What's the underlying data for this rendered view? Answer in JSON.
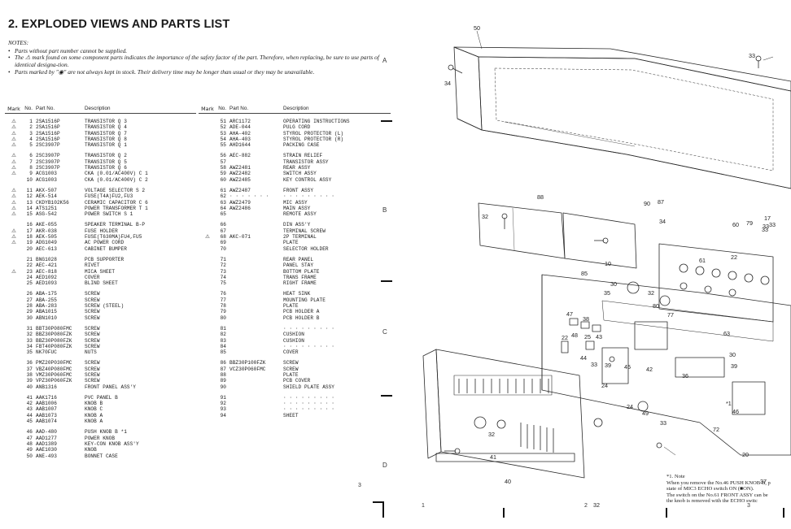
{
  "title": "2. EXPLODED VIEWS AND PARTS LIST",
  "notes": {
    "heading": "NOTES:",
    "items": [
      "Parts without part number cannot be supplied.",
      "The ⚠ mark found on some component parts indicates the importance of the safety factor of the part. Therefore, when replacing, be sure to use parts of identical designa-tion.",
      "Parts marked by \"◉\" are not always kept in stock. Their delivery time may be longer than usual or they may be unavailable."
    ]
  },
  "table_headers": {
    "mark": "Mark",
    "no": "No.",
    "part_no": "Part No.",
    "description": "Description"
  },
  "left_table": [
    [
      {
        "mark": "⚠",
        "no": "1",
        "part": "2SA1516P",
        "desc": "TRANSISTOR Q 3"
      },
      {
        "mark": "⚠",
        "no": "2",
        "part": "2SA1516P",
        "desc": "TRANSISTOR Q 4"
      },
      {
        "mark": "⚠",
        "no": "3",
        "part": "2SA1516P",
        "desc": "TRANSISTOR Q 7"
      },
      {
        "mark": "⚠",
        "no": "4",
        "part": "2SA1516P",
        "desc": "TRANSISTOR Q 8"
      },
      {
        "mark": "⚠",
        "no": "5",
        "part": "2SC3907P",
        "desc": "TRANSISTOR Q 1"
      }
    ],
    [
      {
        "mark": "⚠",
        "no": "6",
        "part": "2SC3907P",
        "desc": "TRANSISTOR Q 2"
      },
      {
        "mark": "⚠",
        "no": "7",
        "part": "2SC3907P",
        "desc": "TRANSISTOR Q 5"
      },
      {
        "mark": "⚠",
        "no": "8",
        "part": "2SC3907P",
        "desc": "TRANSISTOR Q 6"
      },
      {
        "mark": "⚠",
        "no": "9",
        "part": "ACG1003",
        "desc": "CKA (0.01/AC400V) C 1"
      },
      {
        "mark": "",
        "no": "10",
        "part": "ACG1003",
        "desc": "CKA (0.01/AC400V) C 2"
      }
    ],
    [
      {
        "mark": "⚠",
        "no": "11",
        "part": "AKX-507",
        "desc": "VOLTAGE SELECTOR S 2"
      },
      {
        "mark": "⚠",
        "no": "12",
        "part": "AEK-514",
        "desc": "FUSE(T4A)FU2,FU3"
      },
      {
        "mark": "⚠",
        "no": "13",
        "part": "CKDYB102K56",
        "desc": "CERAMIC CAPACITOR C 6"
      },
      {
        "mark": "⚠",
        "no": "14",
        "part": "ATS1251",
        "desc": "POWER TRANSFORMER T 1"
      },
      {
        "mark": "⚠",
        "no": "15",
        "part": "ASG-542",
        "desc": "POWER SWITCH S 1"
      }
    ],
    [
      {
        "mark": "",
        "no": "16",
        "part": "AKE-055",
        "desc": "SPEAKER TERMINAL B-P"
      },
      {
        "mark": "⚠",
        "no": "17",
        "part": "AKR-038",
        "desc": "FUSE HOLDER"
      },
      {
        "mark": "⚠",
        "no": "18",
        "part": "AEK-505",
        "desc": "FUSE(T630MA)FU4,FU5"
      },
      {
        "mark": "⚠",
        "no": "19",
        "part": "ADG1049",
        "desc": "AC POWER CORD"
      },
      {
        "mark": "",
        "no": "20",
        "part": "AEC-613",
        "desc": "CABINET BUMPER"
      }
    ],
    [
      {
        "mark": "",
        "no": "21",
        "part": "BNG1028",
        "desc": "PCB SUPPORTER"
      },
      {
        "mark": "",
        "no": "22",
        "part": "AEC-421",
        "desc": "RIVET"
      },
      {
        "mark": "⚠",
        "no": "23",
        "part": "AEC-818",
        "desc": "MICA SHEET"
      },
      {
        "mark": "",
        "no": "24",
        "part": "AED1092",
        "desc": "COVER"
      },
      {
        "mark": "",
        "no": "25",
        "part": "AED1093",
        "desc": "BLIND SHEET"
      }
    ],
    [
      {
        "mark": "",
        "no": "26",
        "part": "ABA-175",
        "desc": "SCREW"
      },
      {
        "mark": "",
        "no": "27",
        "part": "ABA-255",
        "desc": "SCREW"
      },
      {
        "mark": "",
        "no": "28",
        "part": "ABA-283",
        "desc": "SCREW (STEEL)"
      },
      {
        "mark": "",
        "no": "29",
        "part": "ABA1015",
        "desc": "SCREW"
      },
      {
        "mark": "",
        "no": "30",
        "part": "ABN1010",
        "desc": "SCREW"
      }
    ],
    [
      {
        "mark": "",
        "no": "31",
        "part": "BBT30P080FMC",
        "desc": "SCREW"
      },
      {
        "mark": "",
        "no": "32",
        "part": "BBZ30P080FZK",
        "desc": "SCREW"
      },
      {
        "mark": "",
        "no": "33",
        "part": "BBZ30P080FZK",
        "desc": "SCREW"
      },
      {
        "mark": "",
        "no": "34",
        "part": "FBT40P080FZK",
        "desc": "SCREW"
      },
      {
        "mark": "",
        "no": "35",
        "part": "NK70FUC",
        "desc": "NUTS"
      }
    ],
    [
      {
        "mark": "",
        "no": "36",
        "part": "PMZ20P030FMC",
        "desc": "SCREW"
      },
      {
        "mark": "",
        "no": "37",
        "part": "VBZ40P080FMC",
        "desc": "SCREW"
      },
      {
        "mark": "",
        "no": "38",
        "part": "VMZ30P060FMC",
        "desc": "SCREW"
      },
      {
        "mark": "",
        "no": "39",
        "part": "VPZ30P060FZK",
        "desc": "SCREW"
      },
      {
        "mark": "",
        "no": "40",
        "part": "ANB1316",
        "desc": "FRONT PANEL ASS'Y"
      }
    ],
    [
      {
        "mark": "",
        "no": "41",
        "part": "AAK1716",
        "desc": "PVC PANEL B"
      },
      {
        "mark": "",
        "no": "42",
        "part": "AAB1006",
        "desc": "KNOB B"
      },
      {
        "mark": "",
        "no": "43",
        "part": "AAB1007",
        "desc": "KNOB C"
      },
      {
        "mark": "",
        "no": "44",
        "part": "AAB1073",
        "desc": "KNOB A"
      },
      {
        "mark": "",
        "no": "45",
        "part": "AAB1074",
        "desc": "KNOB A"
      }
    ],
    [
      {
        "mark": "",
        "no": "46",
        "part": "AAD-480",
        "desc": "PUSH KNOB B *1"
      },
      {
        "mark": "",
        "no": "47",
        "part": "AAD1277",
        "desc": "POWER KNOB"
      },
      {
        "mark": "",
        "no": "48",
        "part": "AAD1389",
        "desc": "KEY-CON KNOB ASS'Y"
      },
      {
        "mark": "",
        "no": "49",
        "part": "AAE1030",
        "desc": "KNOB"
      },
      {
        "mark": "",
        "no": "50",
        "part": "ANE-493",
        "desc": "BONNET CASE"
      }
    ]
  ],
  "right_table": [
    [
      {
        "mark": "",
        "no": "51",
        "part": "ARC1172",
        "desc": "OPERATING INSTRUCTIONS"
      },
      {
        "mark": "",
        "no": "52",
        "part": "ADE-044",
        "desc": "PULG CORD"
      },
      {
        "mark": "",
        "no": "53",
        "part": "AHA-402",
        "desc": "STYROL PROTECTOR (L)"
      },
      {
        "mark": "",
        "no": "54",
        "part": "AHA-403",
        "desc": "STYROL PROTECTOR (R)"
      },
      {
        "mark": "",
        "no": "55",
        "part": "AHD1644",
        "desc": "PACKING CASE"
      }
    ],
    [
      {
        "mark": "",
        "no": "56",
        "part": "AEC-882",
        "desc": "STRAIN RELIEF"
      },
      {
        "mark": "",
        "no": "57",
        "part": "",
        "desc": "TRANSISTOR ASSY"
      },
      {
        "mark": "",
        "no": "58",
        "part": "AWZ2481",
        "desc": "REAR ASSY"
      },
      {
        "mark": "",
        "no": "59",
        "part": "AWZ2482",
        "desc": "SWITCH ASSY"
      },
      {
        "mark": "",
        "no": "60",
        "part": "AWZ2485",
        "desc": "KEY CONTROL ASSY"
      }
    ],
    [
      {
        "mark": "",
        "no": "61",
        "part": "AWZ2487",
        "desc": "FRONT ASSY"
      },
      {
        "mark": "",
        "no": "62",
        "part": "· · · · · · ·",
        "desc": "· · · · · · · · ·"
      },
      {
        "mark": "",
        "no": "63",
        "part": "AWZ2479",
        "desc": "MIC ASSY"
      },
      {
        "mark": "",
        "no": "64",
        "part": "AWZ2486",
        "desc": "MAIN ASSY"
      },
      {
        "mark": "",
        "no": "65",
        "part": "",
        "desc": "REMOTE ASSY"
      }
    ],
    [
      {
        "mark": "",
        "no": "66",
        "part": "",
        "desc": "DIN ASS'Y"
      },
      {
        "mark": "",
        "no": "67",
        "part": "",
        "desc": "TERMINAL SCREW"
      },
      {
        "mark": "⚠",
        "no": "68",
        "part": "AKC-071",
        "desc": "2P TERMINAL"
      },
      {
        "mark": "",
        "no": "69",
        "part": "",
        "desc": "PLATE"
      },
      {
        "mark": "",
        "no": "70",
        "part": "",
        "desc": "SELECTOR HOLDER"
      }
    ],
    [
      {
        "mark": "",
        "no": "71",
        "part": "",
        "desc": "REAR PANEL"
      },
      {
        "mark": "",
        "no": "72",
        "part": "",
        "desc": "PANEL STAY"
      },
      {
        "mark": "",
        "no": "73",
        "part": "",
        "desc": "BOTTOM PLATE"
      },
      {
        "mark": "",
        "no": "74",
        "part": "",
        "desc": "TRANS FRAME"
      },
      {
        "mark": "",
        "no": "75",
        "part": "",
        "desc": "RIGHT FRAME"
      }
    ],
    [
      {
        "mark": "",
        "no": "76",
        "part": "",
        "desc": "HEAT SINK"
      },
      {
        "mark": "",
        "no": "77",
        "part": "",
        "desc": "MOUNTING PLATE"
      },
      {
        "mark": "",
        "no": "78",
        "part": "",
        "desc": "PLATE"
      },
      {
        "mark": "",
        "no": "79",
        "part": "",
        "desc": "PCB HOLDER A"
      },
      {
        "mark": "",
        "no": "80",
        "part": "",
        "desc": "PCB HOLDER B"
      }
    ],
    [
      {
        "mark": "",
        "no": "81",
        "part": "",
        "desc": "· · · · · · · · ·"
      },
      {
        "mark": "",
        "no": "82",
        "part": "",
        "desc": "CUSHION"
      },
      {
        "mark": "",
        "no": "83",
        "part": "",
        "desc": "CUSHION"
      },
      {
        "mark": "",
        "no": "84",
        "part": "",
        "desc": "· · · · · · · · ·"
      },
      {
        "mark": "",
        "no": "85",
        "part": "",
        "desc": "COVER"
      }
    ],
    [
      {
        "mark": "",
        "no": "86",
        "part": "BBZ30P100FZK",
        "desc": "SCREW"
      },
      {
        "mark": "",
        "no": "87",
        "part": "VCZ30P060FMC",
        "desc": "SCREW"
      },
      {
        "mark": "",
        "no": "88",
        "part": "",
        "desc": "PLATE"
      },
      {
        "mark": "",
        "no": "89",
        "part": "",
        "desc": "PCB COVER"
      },
      {
        "mark": "",
        "no": "90",
        "part": "",
        "desc": "SHIELD PLATE ASSY"
      }
    ],
    [
      {
        "mark": "",
        "no": "91",
        "part": "",
        "desc": "· · · · · · · · ·"
      },
      {
        "mark": "",
        "no": "92",
        "part": "",
        "desc": "· · · · · · · · ·"
      },
      {
        "mark": "",
        "no": "93",
        "part": "",
        "desc": "· · · · · · · · ·"
      },
      {
        "mark": "",
        "no": "94",
        "part": "",
        "desc": "SHEET"
      }
    ]
  ],
  "row_letters": [
    "A",
    "B",
    "C",
    "D"
  ],
  "column_numbers": [
    "1",
    "2",
    "3"
  ],
  "page_number": "3",
  "drawing_callouts": [
    "50",
    "33",
    "34",
    "17",
    "33",
    "32",
    "34",
    "87",
    "88",
    "90",
    "60",
    "79",
    "33",
    "33",
    "22",
    "61",
    "10",
    "85",
    "30",
    "35",
    "32",
    "80",
    "47",
    "38",
    "77",
    "22",
    "48",
    "25",
    "43",
    "44",
    "33",
    "39",
    "45",
    "42",
    "63",
    "30",
    "39",
    "36",
    "24",
    "24",
    "49",
    "33",
    "72",
    "46",
    "32",
    "41",
    "40",
    "20",
    "32",
    "37",
    "*1"
  ],
  "drawing_note": {
    "heading": "*1. Note",
    "lines": [
      "When you remove the No.46 PUSH KNOB B, p",
      "state of MIC3 ECHO switch ON (■ON).",
      "The switch on the No.61 FRONT ASSY can be",
      "the knob is removed with the ECHO switc"
    ]
  }
}
